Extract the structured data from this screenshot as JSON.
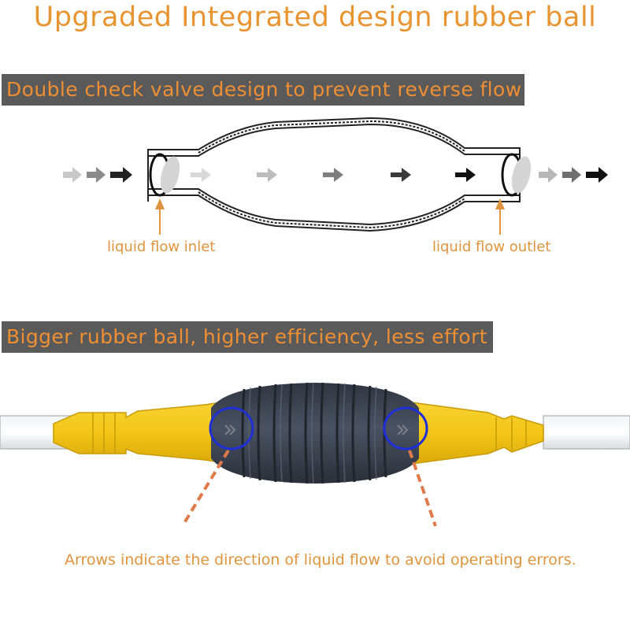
{
  "title": "Upgraded Integrated design rubber ball",
  "section1": {
    "heading": "Double check valve design to prevent reverse flow",
    "inlet_label": "liquid flow inlet",
    "outlet_label": "liquid flow outlet"
  },
  "section2": {
    "heading": "Bigger rubber ball, higher efficiency, less effort"
  },
  "caption": "Arrows indicate the direction of liquid flow to avoid operating errors.",
  "colors": {
    "accent_orange": "#e89431",
    "band_gray": "#5a5a5a",
    "bulb_dark": "#3d4452",
    "fitting_yellow": "#f3c516",
    "highlight_blue": "#1f2fd6"
  }
}
